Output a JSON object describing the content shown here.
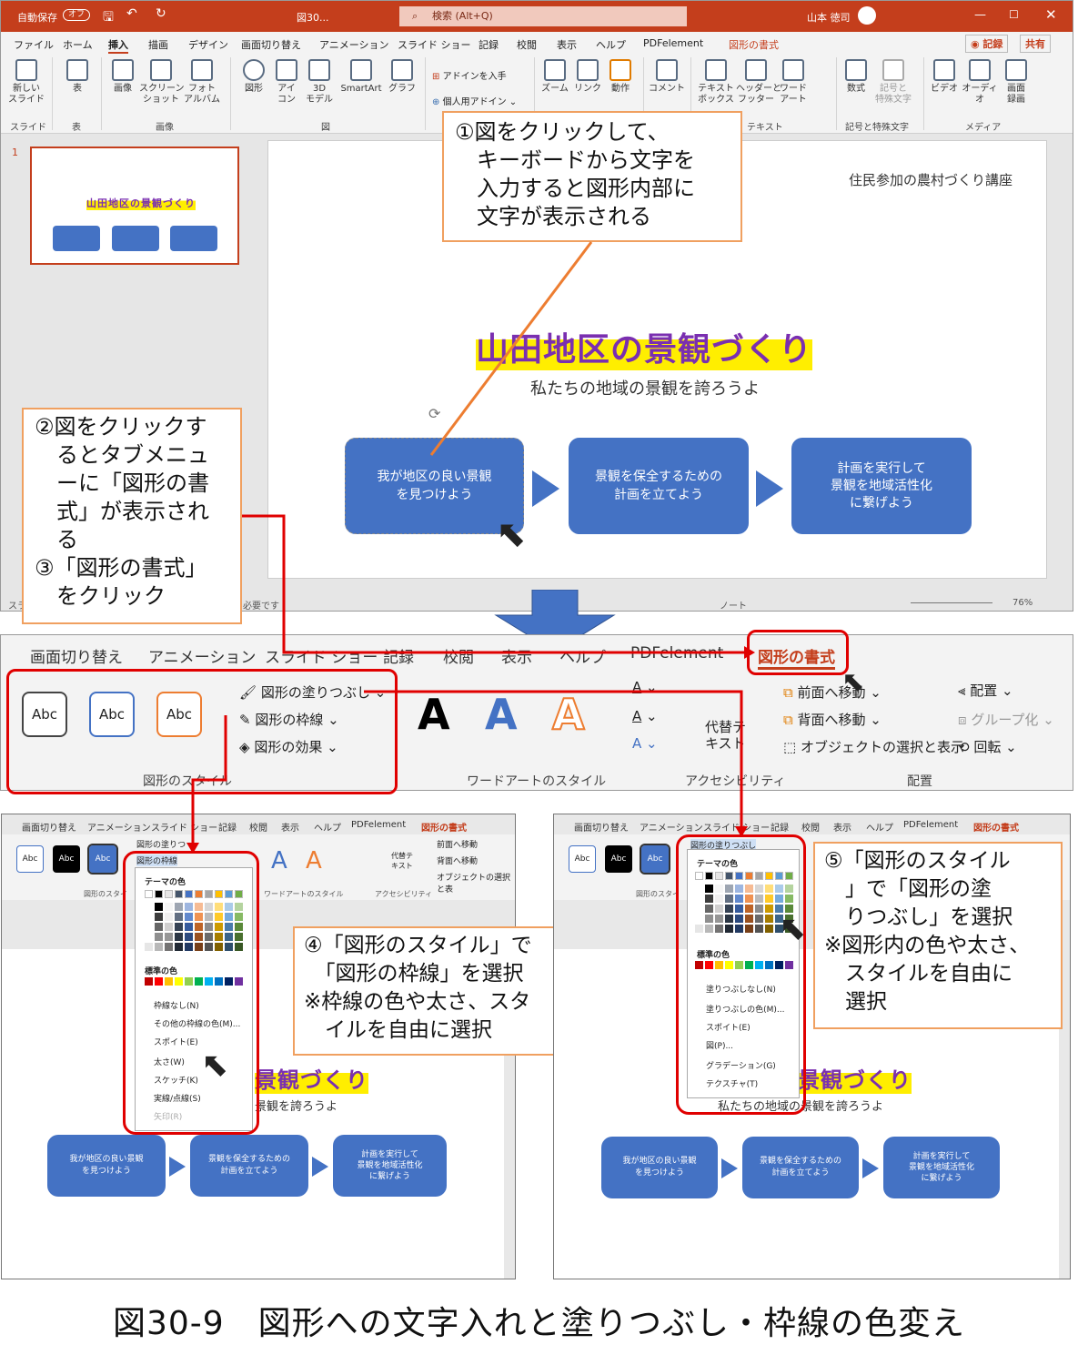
{
  "titlebar": {
    "autosave": "自動保存",
    "autosave_state": "オフ",
    "filename": "図30...",
    "search": "検索 (Alt+Q)",
    "user": "山本 徳司"
  },
  "menubar": [
    "ファイル",
    "ホーム",
    "挿入",
    "描画",
    "デザイン",
    "画面切り替え",
    "アニメーション",
    "スライド ショー",
    "記録",
    "校閲",
    "表示",
    "ヘルプ",
    "PDFelement",
    "図形の書式"
  ],
  "menubar_right": {
    "record": "◉ 記録",
    "share": "共有"
  },
  "ribbon": {
    "buttons": [
      "新しい\nスライド",
      "表",
      "画像",
      "スクリーン\nショット",
      "フォト\nアルバム",
      "図形",
      "アイ\nコン",
      "3D\nモデル",
      "SmartArt",
      "グラフ",
      "ズーム",
      "リンク",
      "動作",
      "コメント",
      "テキスト\nボックス",
      "ヘッダーと\nフッター",
      "ワード\nアート",
      "数式",
      "記号と\n特殊文字",
      "ビデオ",
      "オーディオ",
      "画面\n録画"
    ],
    "addin_get": "アドインを入手",
    "addin_personal": "個人用アドイン",
    "groups": [
      "スライド",
      "表",
      "画像",
      "図",
      "テキスト",
      "記号と特殊文字",
      "メディア"
    ]
  },
  "slide": {
    "number": "1",
    "subtitle_top": "住民参加の農村づくり講座",
    "title": "山田地区の景観づくり",
    "subtitle": "私たちの地域の景観を誇ろうよ",
    "boxes": [
      "我が地区の良い景観\nを見つけよう",
      "景観を保全するための\n計画を立てよう",
      "計画を実行して\n景観を地域活性化\nに繋げよう"
    ]
  },
  "status": {
    "notes_text": "必要です",
    "notes": "ノート",
    "zoom": "76%",
    "left": "スラ"
  },
  "callouts": {
    "c1": "①図をクリックして、\n　キーボードから文字を\n　入力すると図形内部に\n　文字が表示される",
    "c2": "②図をクリックす\n　るとタブメニュ\n　ーに「図形の書\n　式」が表示され\n　る\n③「図形の書式」\n　をクリック",
    "c4": "④「図形のスタイル」で\n　「図形の枠線」を選択\n※枠線の色や太さ、スタ\n　イルを自由に選択",
    "c5": "⑤「図形のスタイル\n　」で「図形の塗\n　りつぶし」を選択\n※図形内の色や太さ、\n　スタイルを自由に\n　選択"
  },
  "ribbon2": {
    "tabs": [
      "画面切り替え",
      "アニメーション",
      "スライド ショー",
      "記録",
      "校閲",
      "表示",
      "ヘルプ",
      "PDFelement",
      "図形の書式"
    ],
    "abc": "Abc",
    "fill": "図形の塗りつぶし",
    "outline": "図形の枠線",
    "effect": "図形の効果",
    "style_group": "図形のスタイル",
    "wordart_group": "ワードアートのスタイル",
    "access_group": "アクセシビリティ",
    "alt_text": "代替テ\nキスト",
    "front": "前面へ移動",
    "back": "背面へ移動",
    "selection": "オブジェクトの選択と表示",
    "align": "配置",
    "group": "グループ化",
    "rotate": "回転",
    "arrange_group": "配置",
    "A": "A"
  },
  "menu_outline": {
    "theme": "テーマの色",
    "standard": "標準の色",
    "items": [
      "枠線なし(N)",
      "その他の枠線の色(M)...",
      "スポイト(E)",
      "太さ(W)",
      "スケッチ(K)",
      "実線/点線(S)",
      "矢印(R)"
    ]
  },
  "menu_fill": {
    "theme": "テーマの色",
    "standard": "標準の色",
    "items": [
      "塗りつぶしなし(N)",
      "塗りつぶしの色(M)...",
      "スポイト(E)",
      "図(P)...",
      "グラデーション(G)",
      "テクスチャ(T)"
    ]
  },
  "small": {
    "tabs": [
      "画面切り替え",
      "アニメーション",
      "スライド ショー",
      "記録",
      "校閲",
      "表示",
      "ヘルプ",
      "PDFelement",
      "図形の書式"
    ],
    "front": "前面へ移動",
    "back": "背面へ移動",
    "selection": "オブジェクトの選択と表",
    "alt": "代替テ\nキスト",
    "access": "アクセシビリティ",
    "wordart": "ワードアートのスタイル",
    "style": "図形のスタイ",
    "outline": "図形の枠線",
    "fill": "図形の塗りつぶし",
    "fill_short": "図形の塗りつ",
    "title_part": "景観づくり",
    "sub_part1": "景観を誇ろうよ",
    "sub_part2": "私たちの地域の景観を誇ろうよ"
  },
  "caption": "図30-9　図形への文字入れと塗りつぶし・枠線の色変え",
  "colors": {
    "accent": "#c43e1c",
    "shape": "#4472c4",
    "red": "#e00000",
    "callout_border": "#f0a060"
  }
}
